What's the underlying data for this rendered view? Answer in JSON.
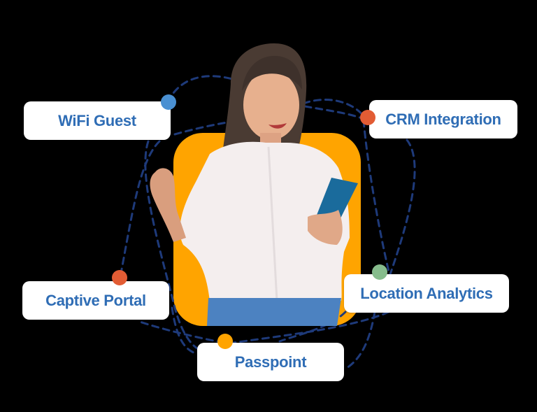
{
  "colors": {
    "background": "#000000",
    "accent_tile": "#FFA400",
    "card_text": "#2F6DB5",
    "card_bg": "#FFFFFF",
    "dashed_line": "#1E3A7A"
  },
  "features": [
    {
      "label": "WiFi Guest",
      "dot_color": "#4A90D2",
      "icon": "blue-node-dot"
    },
    {
      "label": "CRM Integration",
      "dot_color": "#E25C34",
      "icon": "red-node-dot"
    },
    {
      "label": "Captive Portal",
      "dot_color": "#E25C34",
      "icon": "red-node-dot"
    },
    {
      "label": "Location Analytics",
      "dot_color": "#86BC8C",
      "icon": "green-node-dot"
    },
    {
      "label": "Passpoint",
      "dot_color": "#FFA400",
      "icon": "orange-node-dot"
    }
  ],
  "hero": {
    "subject": "smiling woman in white shirt holding a teal smartphone"
  }
}
